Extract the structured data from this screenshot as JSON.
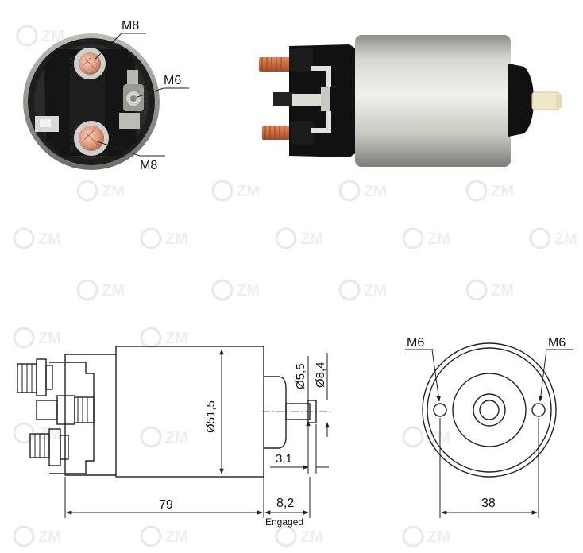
{
  "watermark": {
    "brand": "ZM"
  },
  "photo_end_view": {
    "terminal_top_label": "M8",
    "terminal_side_label": "M6",
    "terminal_bottom_label": "M8"
  },
  "drawing_side_view": {
    "length_body": "79",
    "diameter_body": "Ø51,5",
    "diameter_plunger_small": "Ø5,5",
    "diameter_plunger_large": "Ø8,4",
    "plunger_offset": "3,1",
    "plunger_travel": "8,2",
    "travel_note": "Engaged"
  },
  "drawing_end_view": {
    "hole_left_label": "M6",
    "hole_right_label": "M6",
    "hole_spacing": "38"
  }
}
